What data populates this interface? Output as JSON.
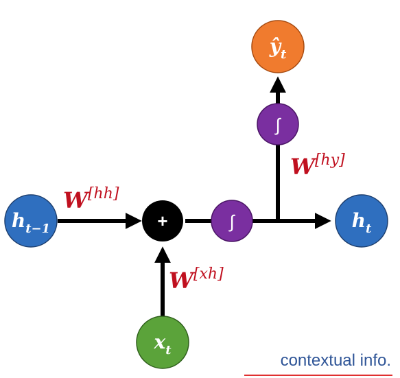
{
  "nodes": {
    "h_prev": {
      "base": "h",
      "sub": "t−1",
      "color": "#2f6fbf"
    },
    "sum": {
      "symbol": "+",
      "color": "#000000"
    },
    "act1": {
      "symbol": "∫",
      "color": "#7a2fa0"
    },
    "act2": {
      "symbol": "∫",
      "color": "#7a2fa0"
    },
    "h_t": {
      "base": "h",
      "sub": "t",
      "color": "#2f6fbf"
    },
    "x_t": {
      "base": "x",
      "sub": "t",
      "color": "#5ba33a"
    },
    "y_hat": {
      "base": "ŷ",
      "sub": "t",
      "color": "#f07b2e"
    }
  },
  "weights": {
    "hh": {
      "base": "W",
      "sup": "[hh]",
      "color": "#c0101f"
    },
    "xh": {
      "base": "W",
      "sup": "[xh]",
      "color": "#c0101f"
    },
    "hy": {
      "base": "W",
      "sup": "[hy]",
      "color": "#c0101f"
    }
  },
  "footer": {
    "text": "contextual info.",
    "color": "#2f5597",
    "underline_color": "#e03030"
  }
}
